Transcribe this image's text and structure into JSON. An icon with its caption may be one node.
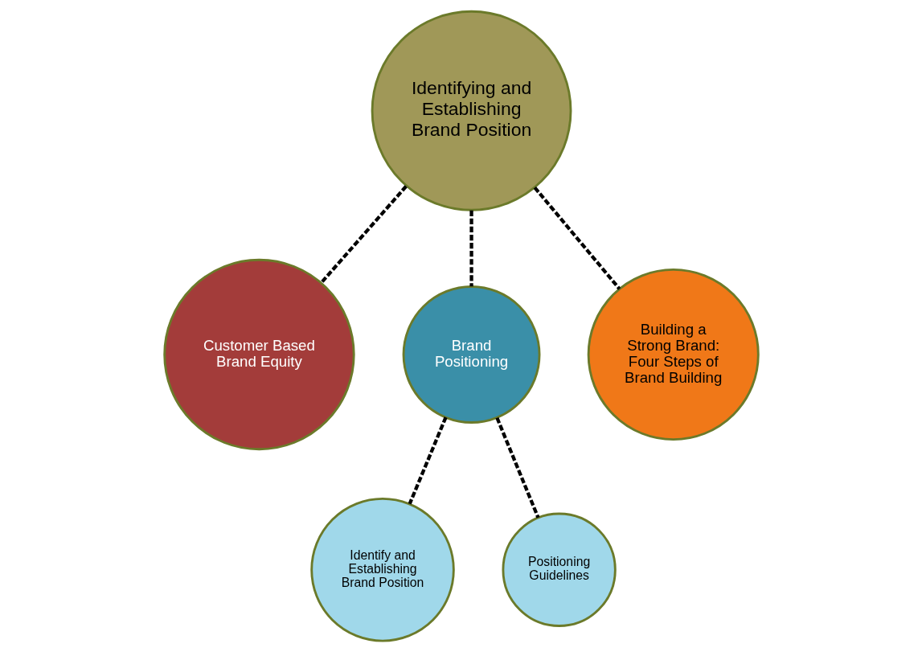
{
  "diagram": {
    "nodes": [
      {
        "text": [
          "Identifying and Establishing Brand Position"
        ]
      },
      {
        "text": [
          "Customer Based Brand Equity"
        ]
      },
      {
        "text": [
          "Brand Positioning"
        ]
      },
      {
        "text": [
          "Identify and Establishing Brand Position"
        ]
      },
      {
        "text": [
          "Positioning Guidelines"
        ]
      },
      {
        "text": [
          "Building a Strong Brand: Four Steps of Brand Building"
        ]
      }
    ],
    "edges": [
      {
        "from": 0,
        "to": 1,
        "arrow": "none",
        "style": "dashed"
      },
      {
        "from": 0,
        "to": 2,
        "arrow": "none",
        "style": "dashed"
      },
      {
        "from": 0,
        "to": 5,
        "arrow": "none",
        "style": "dashed"
      },
      {
        "from": 2,
        "to": 3,
        "arrow": "none",
        "style": "dashed"
      },
      {
        "from": 2,
        "to": 4,
        "arrow": "none",
        "style": "dashed"
      }
    ]
  }
}
